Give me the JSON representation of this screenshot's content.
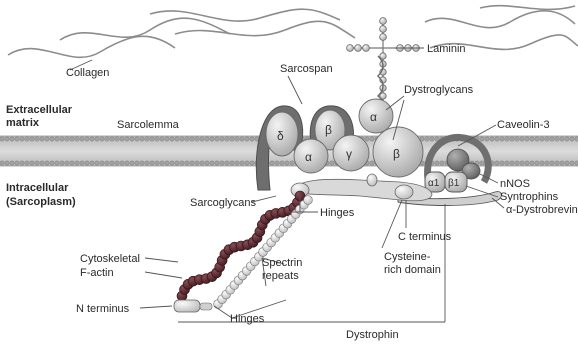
{
  "colors": {
    "background": "#ffffff",
    "membrane": "#c9c9c9",
    "membrane_edge": "#8f8f8f",
    "sarcoglycan_light": "#d3d3d3",
    "sarcoglycan_dark": "#8a8a8a",
    "actin": "#5c2b32",
    "dystrophin_bead": "#e6e6e6",
    "line": "#555555"
  },
  "labels": {
    "collagen": "Collagen",
    "laminin": "Laminin",
    "extracellular_1": "Extracellular",
    "extracellular_2": "matrix",
    "sarcolemma": "Sarcolemma",
    "sarcospan": "Sarcospan",
    "dystroglycans": "Dystroglycans",
    "caveolin": "Caveolin-3",
    "intracellular_1": "Intracellular",
    "intracellular_2": "(Sarcoplasm)",
    "sarcoglycans": "Sarcoglycans",
    "nnos": "nNOS",
    "syntrophins": "Syntrophins",
    "dystrobrevin": "α-Dystrobrevin",
    "hinges_upper": "Hinges",
    "c_terminus": "C terminus",
    "cytoskeletal_1": "Cytoskeletal",
    "cytoskeletal_2": "F-actin",
    "spectrin_1": "Spectrin",
    "spectrin_2": "repeats",
    "cysteine_1": "Cysteine-",
    "cysteine_2": "rich domain",
    "n_terminus": "N terminus",
    "hinges_lower": "Hinges",
    "dystrophin": "Dystrophin"
  },
  "subunits": {
    "delta": "δ",
    "beta_sg": "β",
    "alpha_sg": "α",
    "gamma_sg": "γ",
    "alpha_dg": "α",
    "beta_dg": "β",
    "alpha1": "α1",
    "beta1": "β1"
  }
}
